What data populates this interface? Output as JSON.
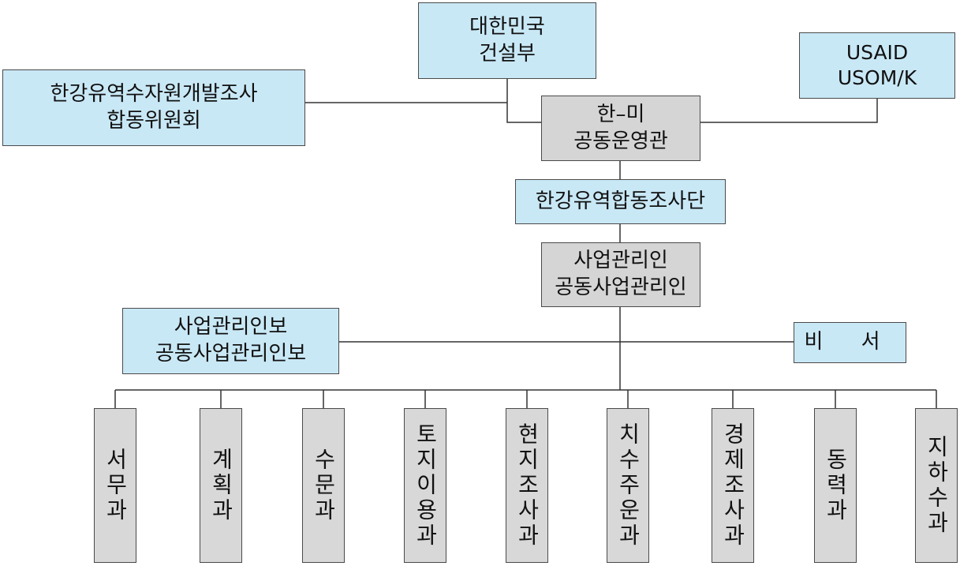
{
  "org_chart": {
    "ministry": {
      "lines": [
        "대한민국",
        "건설부"
      ]
    },
    "committee": {
      "lines": [
        "한강유역수자원개발조사",
        "합동위원회"
      ]
    },
    "usaid": {
      "lines": [
        "USAID",
        "USOM/K"
      ]
    },
    "joint_officer": {
      "lines": [
        "한–미",
        "공동운영관"
      ]
    },
    "survey_team": {
      "lines": [
        "한강유역합동조사단"
      ]
    },
    "managers": {
      "lines": [
        "사업관리인",
        "공동사업관리인"
      ]
    },
    "assistant_managers": {
      "lines": [
        "사업관리인보",
        "공동사업관리인보"
      ]
    },
    "secretary": {
      "label": "비 서"
    },
    "departments": [
      "서무과",
      "계획과",
      "수문과",
      "토지이용과",
      "현지조사과",
      "치수주운과",
      "경제조사과",
      "동력과",
      "지하수과"
    ]
  }
}
